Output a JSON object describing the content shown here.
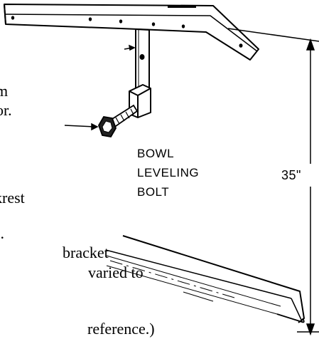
{
  "text_fragments": [
    "m",
    "or.",
    "krest",
    "s.",
    "bracket",
    "varied to",
    "reference.)"
  ],
  "labels": {
    "line1": "BOWL",
    "line2": "LEVELING",
    "line3": "BOLT"
  },
  "dimension": "35\""
}
